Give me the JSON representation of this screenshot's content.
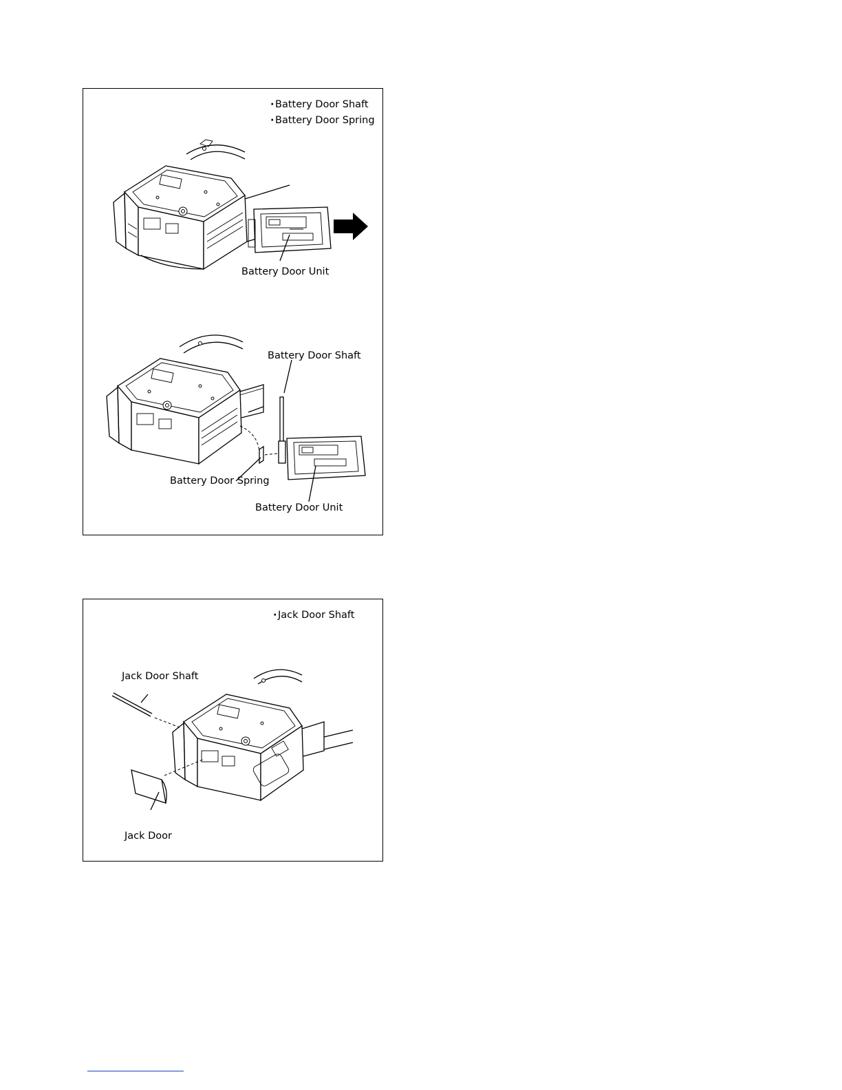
{
  "panel_1": {
    "parts_list": [
      "Battery Door Shaft",
      "Battery Door Spring"
    ],
    "step_1": {
      "callouts": {
        "battery_door_unit": "Battery Door Unit"
      }
    },
    "step_2": {
      "callouts": {
        "battery_door_shaft": "Battery Door Shaft",
        "battery_door_spring": "Battery Door Spring",
        "battery_door_unit": "Battery Door Unit"
      }
    }
  },
  "panel_2": {
    "parts_list": [
      "Jack Door Shaft"
    ],
    "callouts": {
      "jack_door_shaft": "Jack Door Shaft",
      "jack_door": "Jack Door"
    }
  },
  "colors": {
    "line": "#000000",
    "footer_rule": "#1f3fbf"
  },
  "icons": [
    "arrow-right-icon"
  ]
}
